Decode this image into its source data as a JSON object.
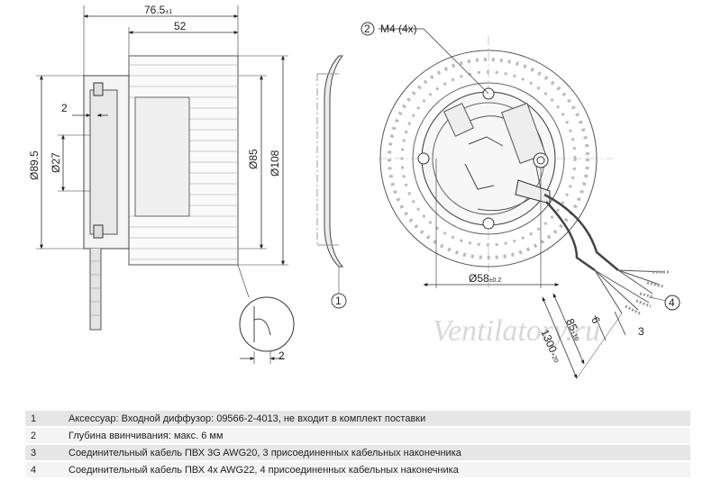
{
  "dimensions": {
    "overall_length": "76.5",
    "overall_length_tol": "±1",
    "body_length": "52",
    "diameter_89_5": "Ø89.5",
    "diameter_27": "Ø27",
    "diameter_85": "Ø85",
    "diameter_108": "Ø108",
    "offset_2": "2",
    "detail_2": "2",
    "mount_thread": "M4 (4x)",
    "bolt_circle": "Ø58",
    "bolt_circle_tol": "±0.2",
    "cable_length": "1300",
    "cable_length_tol": "+20",
    "strip_length": "85",
    "strip_length_tol": "±10",
    "strip_end": "6",
    "strip_end_3": "3"
  },
  "callouts": {
    "c1": "1",
    "c2": "2",
    "c4": "4"
  },
  "watermark": "Ventilatory.ru",
  "notes": [
    {
      "num": "1",
      "text": "Аксессуар: Входной диффузор: 09566-2-4013, не входит в комплект поставки"
    },
    {
      "num": "2",
      "text": "Глубина ввинчивания: макс. 6 мм"
    },
    {
      "num": "3",
      "text": "Соединительный кабель ПВХ 3G AWG20, 3 присоединенных кабельных наконечника"
    },
    {
      "num": "4",
      "text": "Соединительный кабель ПВХ 4x AWG22, 4 присоединенных кабельных наконечника"
    }
  ]
}
